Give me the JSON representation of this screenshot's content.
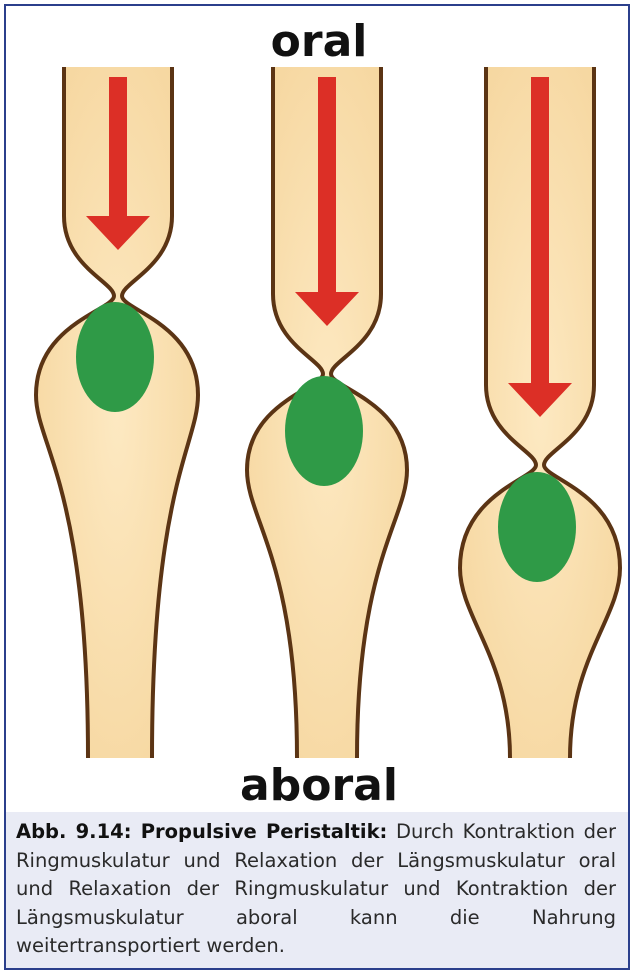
{
  "labels": {
    "top": "oral",
    "bottom": "aboral"
  },
  "caption": {
    "label": "Abb. 9.14: Propulsive Peristaltik:",
    "text": "Durch Kontraktion der Ringmuskulatur und Relaxation der Längsmuskulatur oral und Relaxation der Ringmuskulatur und Kontraktion der Längsmuskulatur aboral kann die Nahrung weitertransportiert werden."
  },
  "colors": {
    "frame_border": "#2b3f8c",
    "tube_fill": "#fbe3b5",
    "tube_outline": "#5b3414",
    "arrow": "#dc2f26",
    "bolus": "#2f9a47",
    "caption_bg": "#e9ebf5"
  },
  "diagram": {
    "stages": [
      {
        "name": "stage-1",
        "arrow_icon": "arrow-down-icon",
        "bolus_icon": "food-bolus-icon"
      },
      {
        "name": "stage-2",
        "arrow_icon": "arrow-down-icon",
        "bolus_icon": "food-bolus-icon"
      },
      {
        "name": "stage-3",
        "arrow_icon": "arrow-down-icon",
        "bolus_icon": "food-bolus-icon"
      }
    ]
  }
}
